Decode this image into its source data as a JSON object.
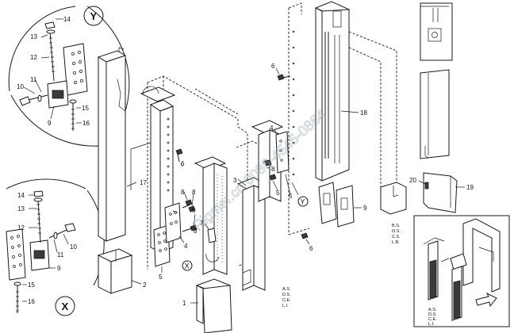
{
  "diagram": {
    "detail_y": {
      "circle_label": "Y",
      "callouts": [
        "14",
        "13",
        "12",
        "10",
        "11",
        "9",
        "15",
        "16"
      ]
    },
    "detail_x": {
      "circle_label": "X",
      "callouts": [
        "14",
        "13",
        "12",
        "10",
        "11",
        "9",
        "15",
        "16"
      ]
    },
    "main_callouts": {
      "c17": "17",
      "c2": "2",
      "c1": "1",
      "c6a": "6",
      "c6b": "6",
      "c6c": "6",
      "c6d": "6",
      "c8a": "8",
      "c8b": "8",
      "c8c": "8",
      "c4a": "4",
      "c4b": "4",
      "c5a": "5",
      "c5b": "5",
      "c7": "7",
      "c3": "3",
      "c9": "9",
      "c18": "18",
      "c19": "19",
      "c20": "20",
      "marker_x": "X",
      "marker_y": "Y"
    },
    "code_blocks": {
      "left": [
        "A.S.",
        "D.S.",
        "C.E.",
        "L.I."
      ],
      "middle": [
        "B.S.",
        "O.S.",
        "C.S.",
        "L.B."
      ],
      "inset": [
        "A.S.",
        "D.S.",
        "C.E.",
        "L.I."
      ]
    },
    "watermark": "Rigmer.cn 0086-4545-0864"
  }
}
